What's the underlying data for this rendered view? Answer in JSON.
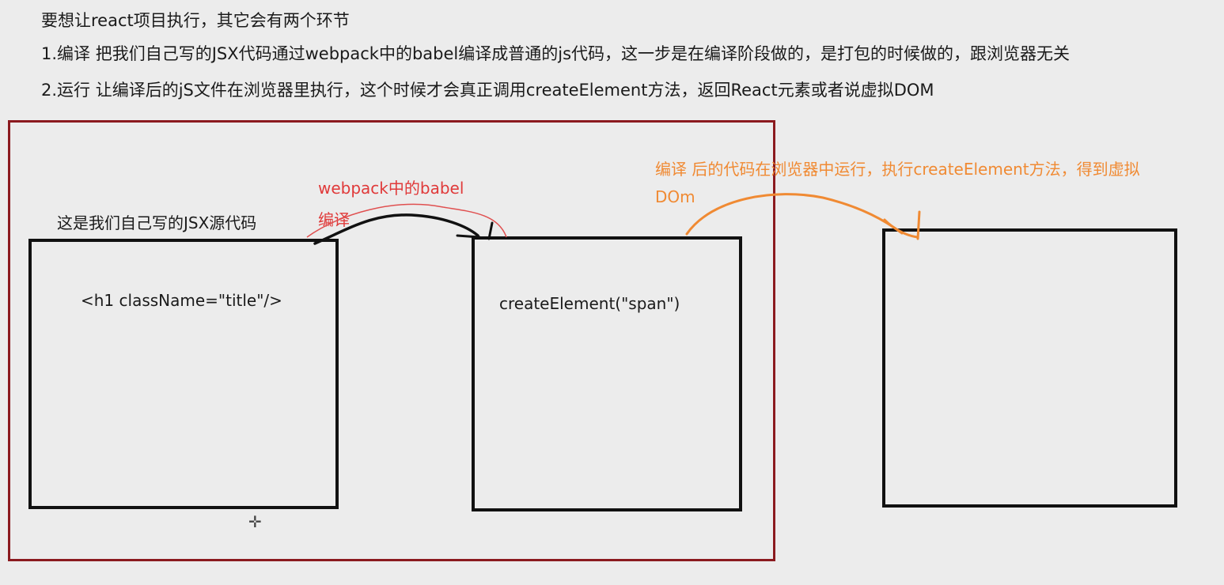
{
  "intro": {
    "line1": "要想让react项目执行，其它会有两个环节",
    "line2": "1.编译 把我们自己写的JSX代码通过webpack中的babel编译成普通的js代码，这一步是在编译阶段做的，是打包的时候做的，跟浏览器无关",
    "line3": "2.运行 让编译后的jS文件在浏览器里执行，这个时候才会真正调用createElement方法，返回React元素或者说虚拟DOM"
  },
  "diagram": {
    "jsx_label": "这是我们自己写的JSX源代码",
    "jsx_code": "<h1 className=\"title\"/>",
    "compiled_code": "createElement(\"span\")",
    "compile_note_line1": "webpack中的babel",
    "compile_note_line2": "编译",
    "runtime_note_line1": "编译 后的代码在浏览器中运行，执行createElement方法，得到虚拟",
    "runtime_note_line2": "DOm"
  },
  "colors": {
    "frame": "#8b1a1f",
    "box": "#111111",
    "red_annotation": "#e03a3a",
    "orange_annotation": "#f08a33",
    "background": "#ececec"
  },
  "icons": {
    "cursor": "move-cursor-icon"
  }
}
